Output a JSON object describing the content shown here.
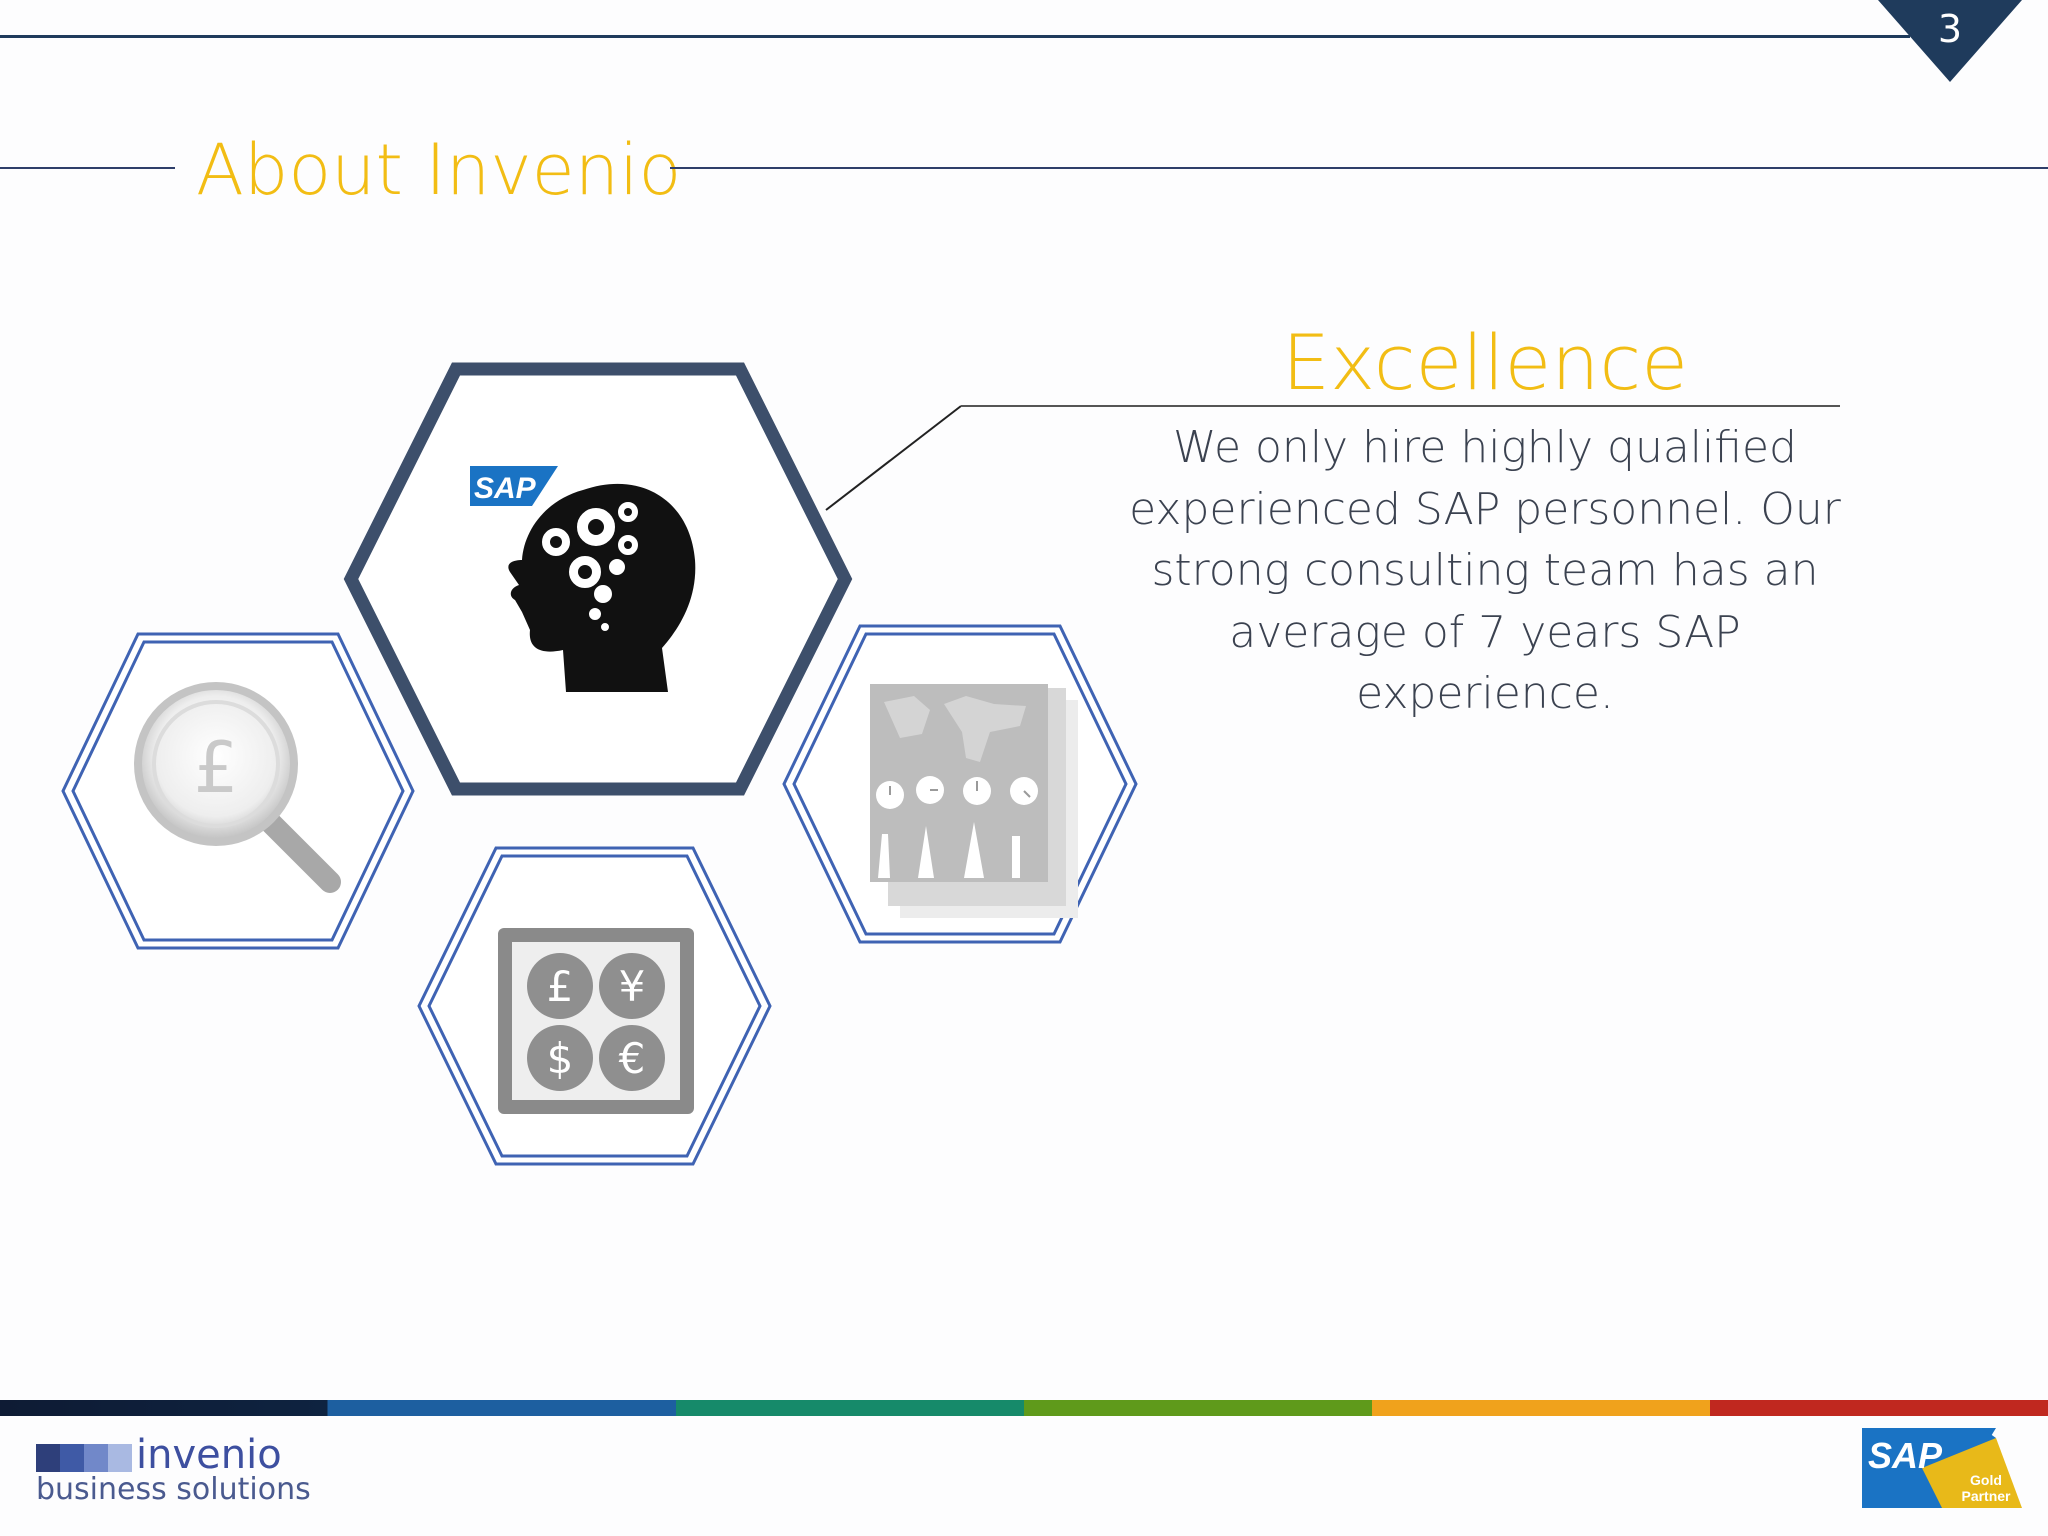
{
  "slide": {
    "page_number": "3",
    "title": "About Invenio"
  },
  "feature": {
    "heading": "Excellence",
    "body": "We only hire highly qualified experienced SAP personnel. Our strong consulting team has an average of 7 years SAP experience."
  },
  "hexagons": [
    {
      "icon": "sap-brain-gears-icon",
      "label_text": "SAP"
    },
    {
      "icon": "pound-magnifier-icon",
      "label_text": "£"
    },
    {
      "icon": "currency-grid-icon",
      "symbols": [
        "£",
        "¥",
        "$",
        "€"
      ]
    },
    {
      "icon": "world-map-clocks-landmarks-icon"
    }
  ],
  "footer": {
    "brand": "invenio",
    "tagline": "business solutions",
    "partner_badge": {
      "brand": "SAP",
      "line1": "Gold",
      "line2": "Partner"
    }
  },
  "colors": {
    "accent_yellow": "#f2bd14",
    "navy": "#1f3b5c",
    "hex_dark": "#3d4f6b",
    "hex_blue": "#3f63b3",
    "text": "#3b4250"
  }
}
